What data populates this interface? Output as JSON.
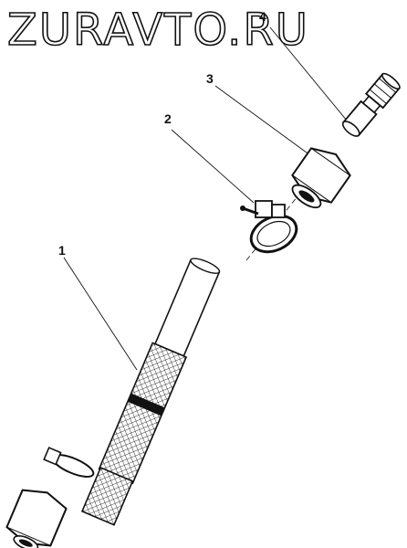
{
  "watermark": {
    "text": "ZURAVTO.RU"
  },
  "callouts": [
    {
      "label": "1",
      "part": "hose"
    },
    {
      "label": "2",
      "part": "clamp"
    },
    {
      "label": "3",
      "part": "union-nut"
    },
    {
      "label": "4",
      "part": "nipple"
    }
  ],
  "colors": {
    "ink": "#111111",
    "paper": "#ffffff"
  }
}
